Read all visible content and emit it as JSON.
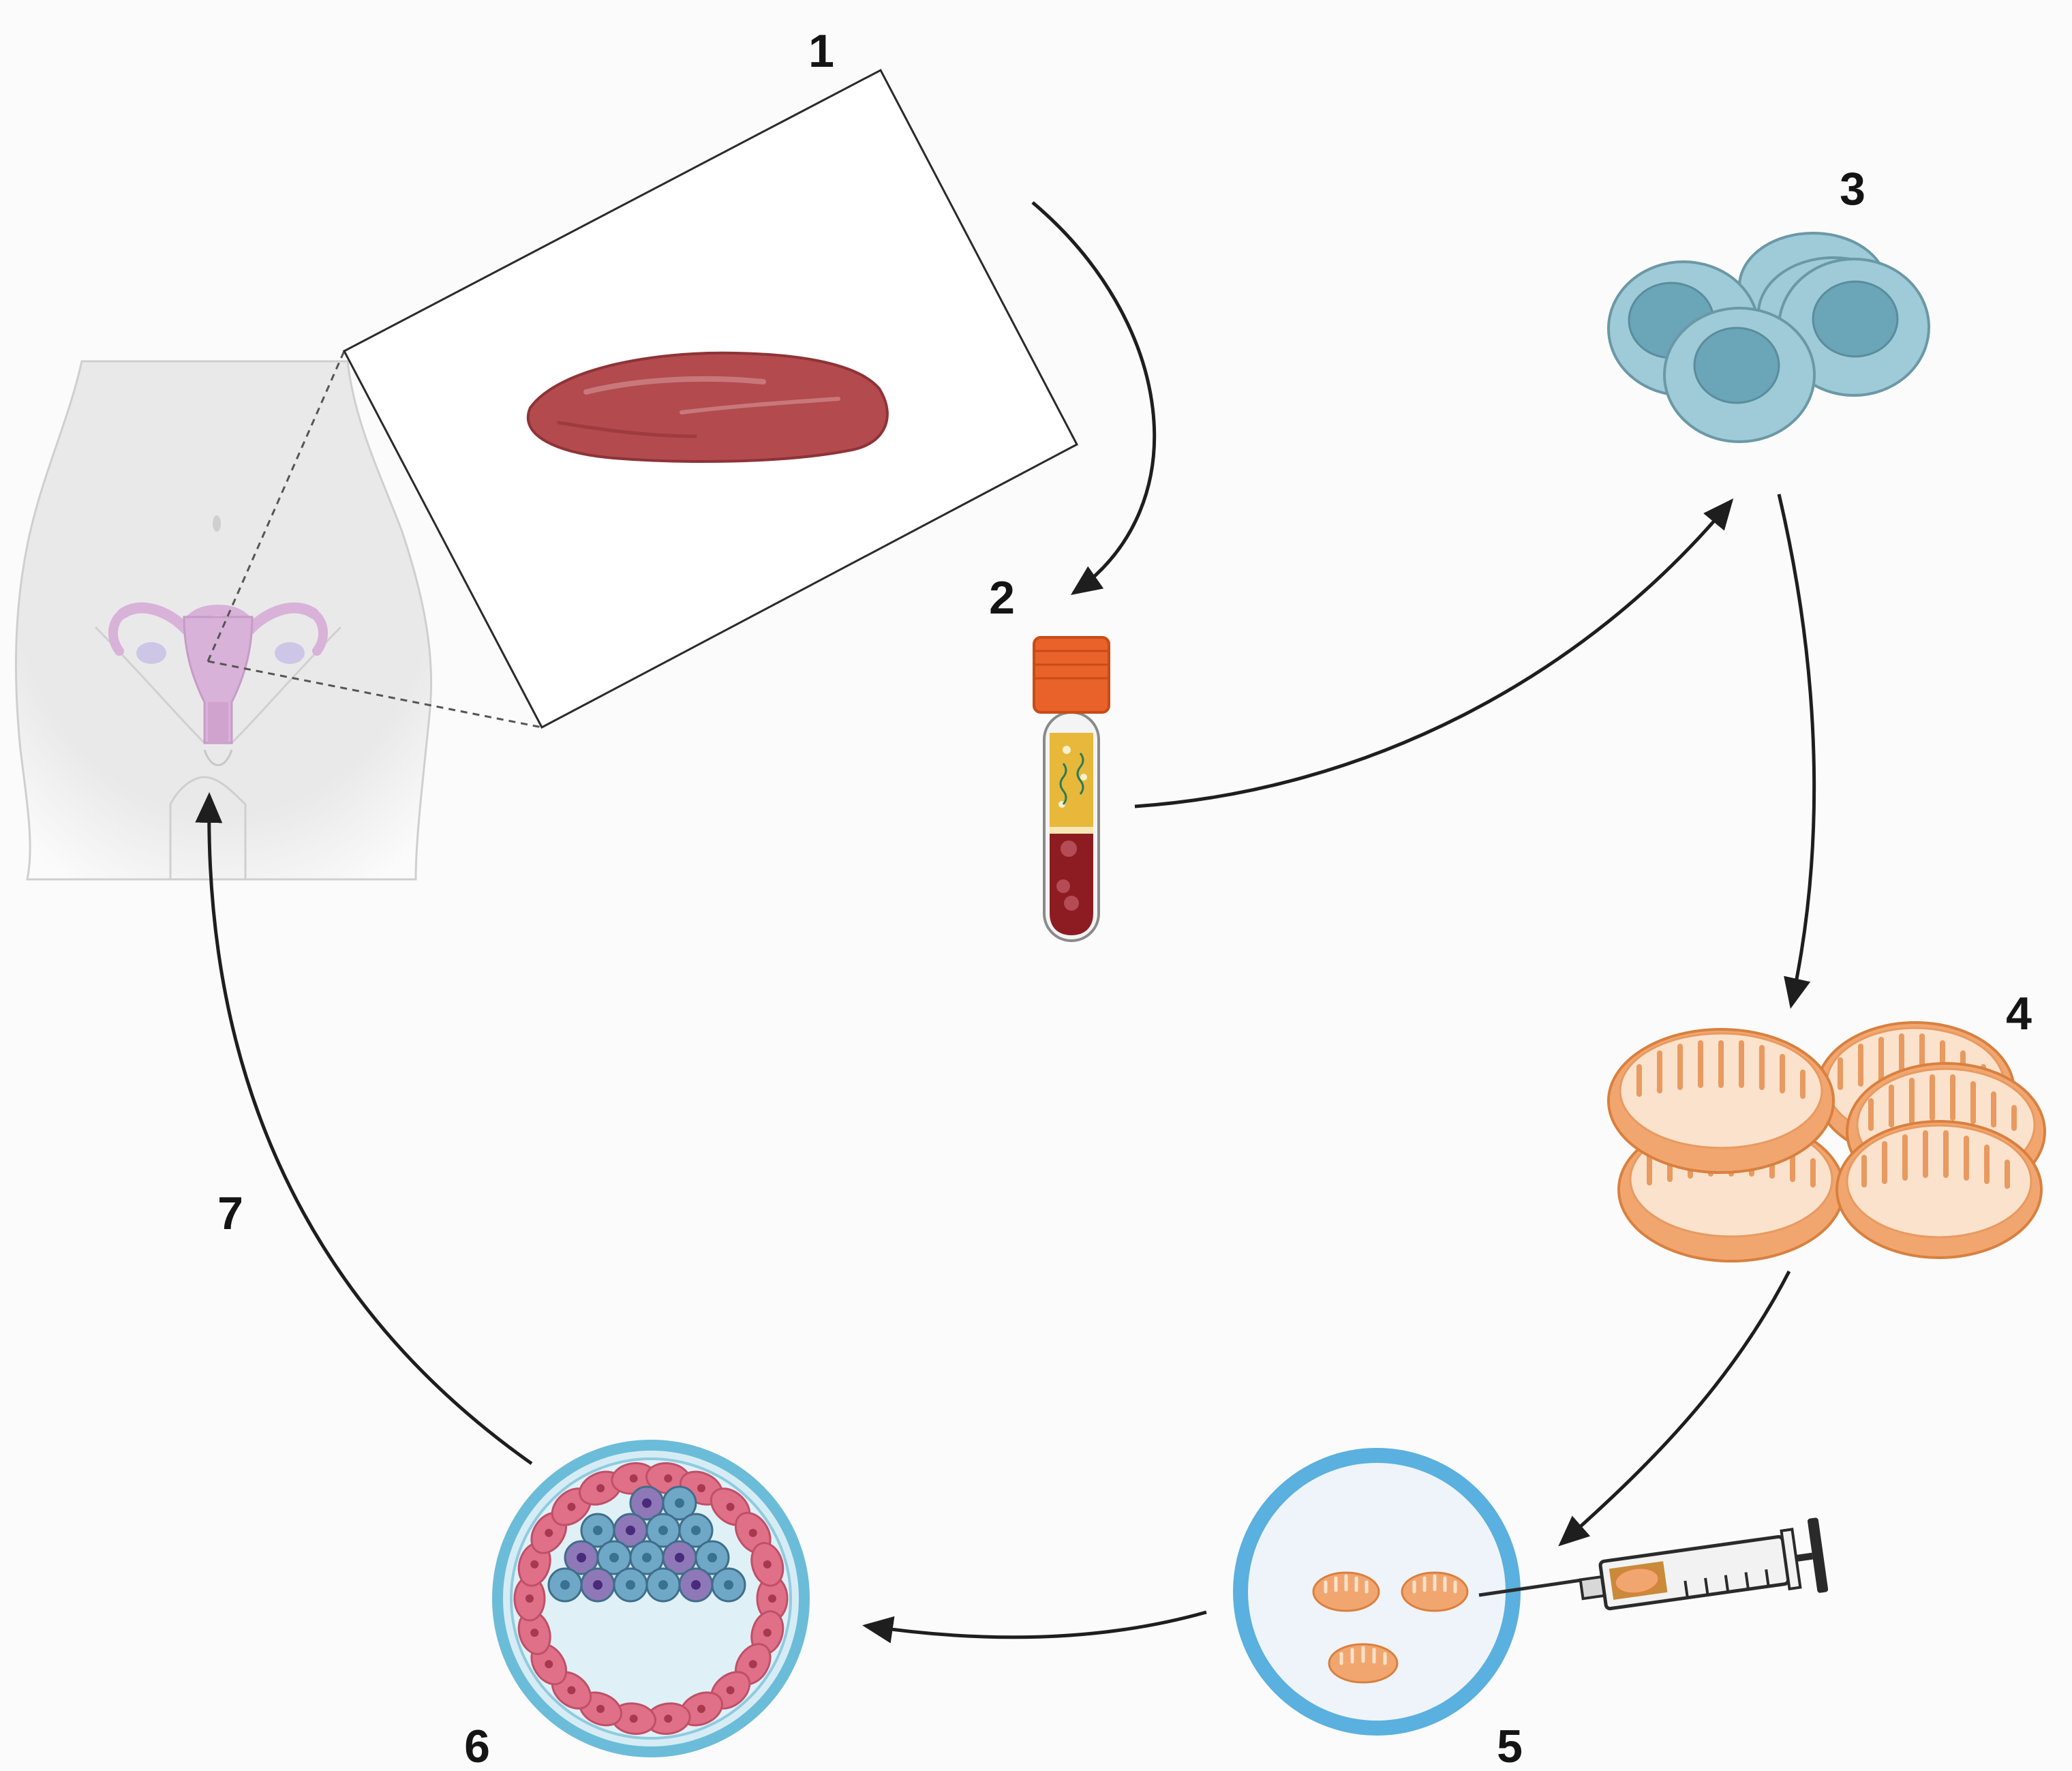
{
  "steps": [
    {
      "number": "1",
      "item": "endometrial-tissue-biopsy"
    },
    {
      "number": "2",
      "item": "blood-sample-tube"
    },
    {
      "number": "3",
      "item": "isolated-cells"
    },
    {
      "number": "4",
      "item": "mitochondria"
    },
    {
      "number": "5",
      "item": "mitochondrial-injection-dish"
    },
    {
      "number": "6",
      "item": "blastocyst"
    },
    {
      "number": "7",
      "item": "embryo-transfer"
    }
  ],
  "colors": {
    "background": "#fbfbfb",
    "arrow": "#1e1e1e",
    "tissue": "#b24a4e",
    "tube_cap": "#e8622a",
    "plasma": "#e7b83a",
    "blood": "#8d1c22",
    "cell": "#9fcbd8",
    "cell_nucleus": "#6aa5b8",
    "mitochondria": "#f2a66f",
    "dish_rim": "#5ab0de",
    "blastocyst_outer": "#6bbcd9",
    "trophectoderm": "#e07088",
    "inner_cell_mass": "#6fa8c6",
    "inner_cell_mass_alt": "#8f78b8",
    "uterus": "#d8b2d8"
  }
}
